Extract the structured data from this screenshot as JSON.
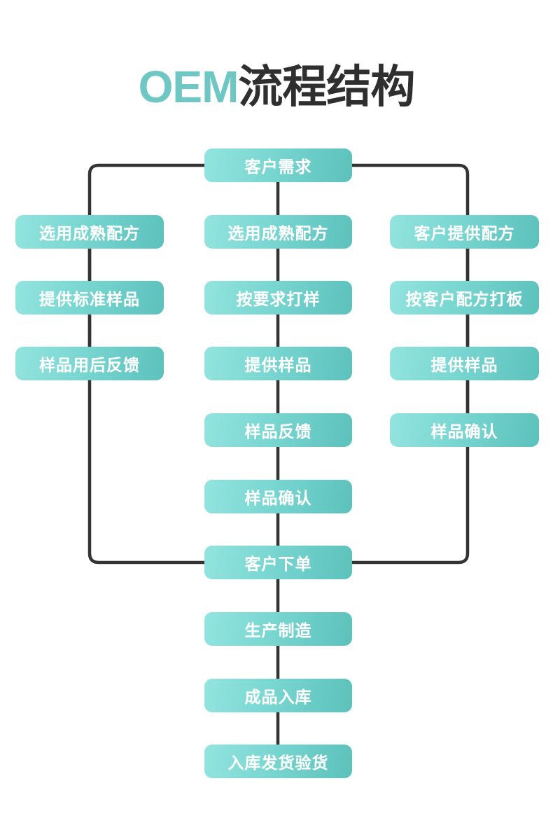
{
  "page": {
    "title_accent": "OEM",
    "title_rest": "流程结构",
    "accent_color": "#6ec7c2",
    "text_color": "#2f2f2f",
    "node_gradient_from": "#93e4df",
    "node_gradient_to": "#5cc1bc",
    "node_text_color": "#ffffff",
    "connector_color": "#333333",
    "background": "#ffffff"
  },
  "chart_data": {
    "type": "diagram",
    "title": "OEM流程结构",
    "orientation": "top-to-bottom",
    "columns": [
      "left",
      "middle",
      "right"
    ],
    "shared_start": "客户需求",
    "shared_merge": "客户下单",
    "branches": {
      "left": [
        "选用成熟配方",
        "提供标准样品",
        "样品用后反馈"
      ],
      "middle": [
        "选用成熟配方",
        "按要求打样",
        "提供样品",
        "样品反馈",
        "样品确认"
      ],
      "right": [
        "客户提供配方",
        "按客户配方打板",
        "提供样品",
        "样品确认"
      ]
    },
    "tail": [
      "生产制造",
      "成品入库",
      "入库发货验货"
    ]
  },
  "nodes": {
    "start": {
      "label": "客户需求"
    },
    "left": [
      {
        "label": "选用成熟配方"
      },
      {
        "label": "提供标准样品"
      },
      {
        "label": "样品用后反馈"
      }
    ],
    "middle": [
      {
        "label": "选用成熟配方"
      },
      {
        "label": "按要求打样"
      },
      {
        "label": "提供样品"
      },
      {
        "label": "样品反馈"
      },
      {
        "label": "样品确认"
      }
    ],
    "right": [
      {
        "label": "客户提供配方"
      },
      {
        "label": "按客户配方打板"
      },
      {
        "label": "提供样品"
      },
      {
        "label": "样品确认"
      }
    ],
    "order": {
      "label": "客户下单"
    },
    "tail": [
      {
        "label": "生产制造"
      },
      {
        "label": "成品入库"
      },
      {
        "label": "入库发货验货"
      }
    ]
  }
}
